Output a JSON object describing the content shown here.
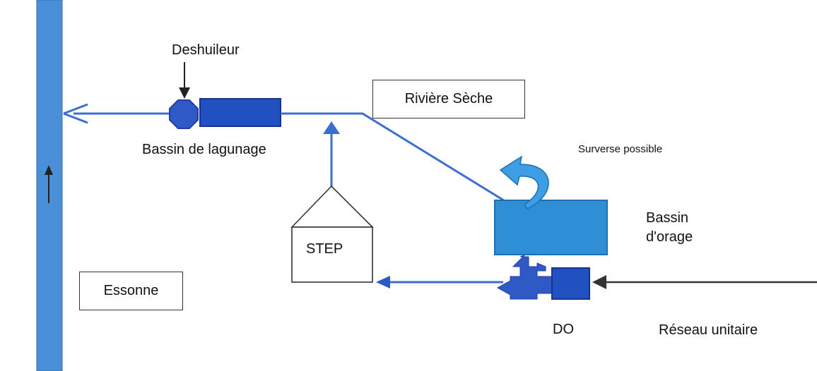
{
  "labels": {
    "deshuileur": "Deshuileur",
    "bassin_lagunage": "Bassin de lagunage",
    "riviere_seche": "Rivière Sèche",
    "surverse": "Surverse possible",
    "bassin_orage_line1": "Bassin",
    "bassin_orage_line2": "d'orage",
    "step": "STEP",
    "essonne": "Essonne",
    "do": "DO",
    "reseau_unitaire": "Réseau unitaire"
  },
  "colors": {
    "river": "#4a90d9",
    "pipe": "#3a6fd0",
    "dark_blue": "#1f3fa8",
    "basin": "#2e8fd6",
    "arrow_dark": "#333333"
  }
}
